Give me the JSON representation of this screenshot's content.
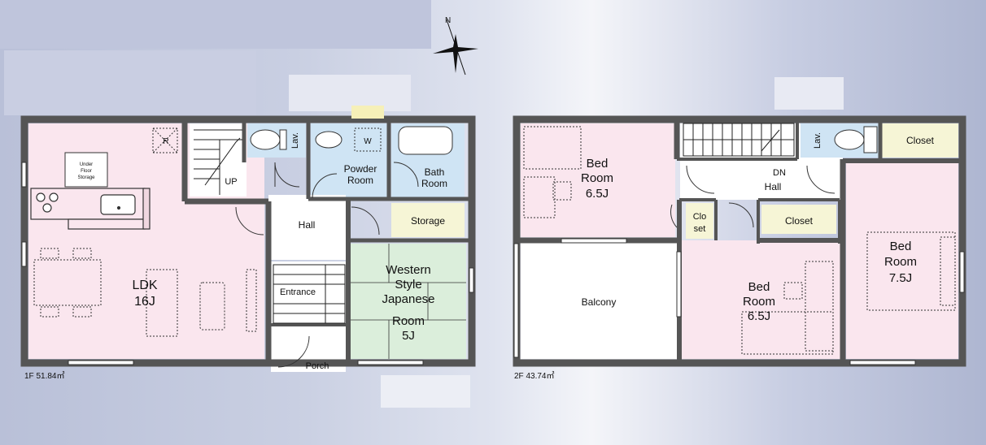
{
  "compass": {
    "north_label": "N"
  },
  "floor1": {
    "area_label": "1F 51.84㎡",
    "rooms": {
      "ldk_name": "LDK",
      "ldk_size": "16J",
      "under_floor_storage": [
        "Under",
        "Floor",
        "Storage"
      ],
      "r_mark": "R",
      "w_mark": "W",
      "lav": "Lav.",
      "up": "UP",
      "powder_room": [
        "Powder",
        "Room"
      ],
      "bath_room": [
        "Bath",
        "Room"
      ],
      "hall": "Hall",
      "storage": "Storage",
      "entrance": "Entrance",
      "porch": "Porch",
      "western_room": [
        "Western",
        "Style",
        "Japanese",
        "Room",
        "5J"
      ]
    }
  },
  "floor2": {
    "area_label": "2F 43.74㎡",
    "rooms": {
      "bed1": [
        "Bed",
        "Room",
        "6.5J"
      ],
      "dn": "DN",
      "hall": "Hall",
      "lav": "Lav.",
      "closet_top": "Closet",
      "closet_small": [
        "Clo",
        "set"
      ],
      "closet_mid": "Closet",
      "balcony": "Balcony",
      "bed2": [
        "Bed",
        "Room",
        "6.5J"
      ],
      "bed3": [
        "Bed",
        "Room",
        "7.5J"
      ]
    }
  },
  "colors": {
    "pink": "#fae6ee",
    "blue": "#cfe4f4",
    "green": "#dbeedb",
    "cream": "#f6f5d6",
    "wall": "#555555"
  }
}
